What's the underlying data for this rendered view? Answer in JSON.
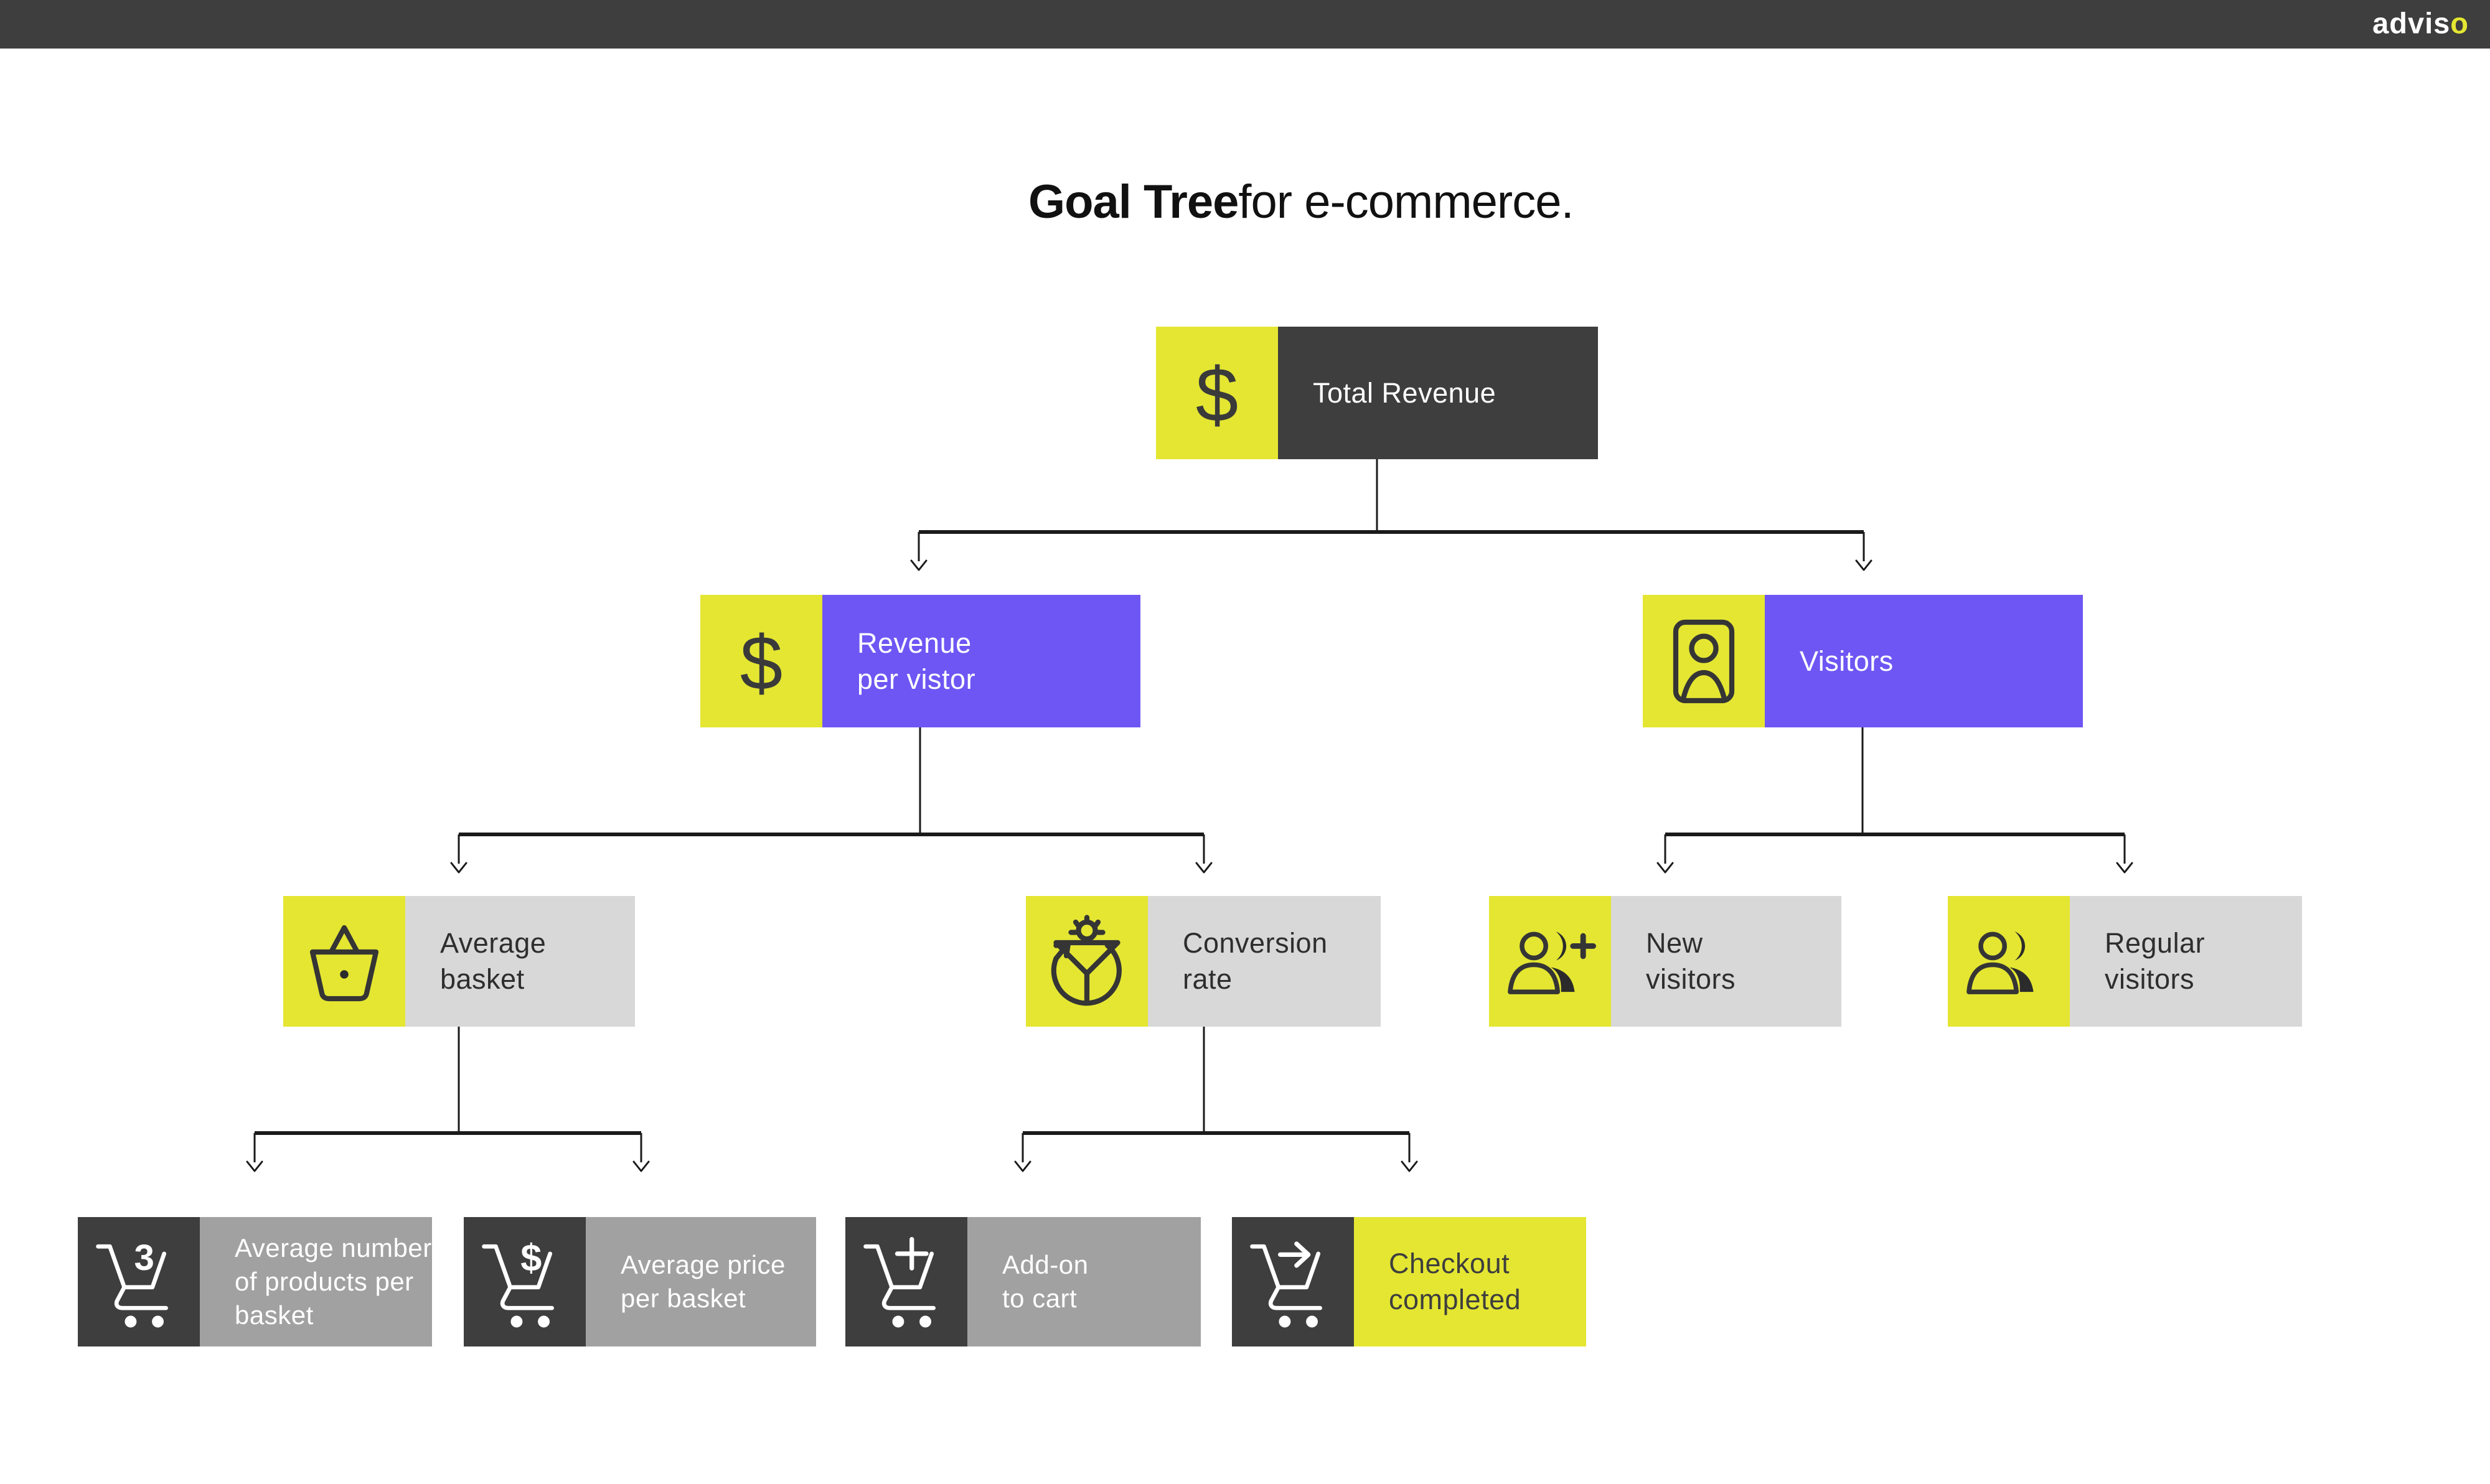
{
  "colors": {
    "yellow": "#e4e632",
    "purple": "#6e56f4",
    "dark": "#3e3e3e",
    "light_gray": "#d8d8d8",
    "mid_gray": "#a1a1a1",
    "line": "#1a1a1a",
    "background": "#ffffff"
  },
  "topbar": {
    "logo_prefix": "advis",
    "logo_accent": "o"
  },
  "title": {
    "bold": "Goal Tree",
    "regular": "for e-commerce."
  },
  "nodes": {
    "total_revenue": {
      "label": "Total Revenue",
      "icon": "dollar-icon"
    },
    "revenue_per_visitor": {
      "label": "Revenue\nper vistor",
      "icon": "dollar-icon"
    },
    "visitors": {
      "label": "Visitors",
      "icon": "person-card-icon"
    },
    "average_basket": {
      "label": "Average\nbasket",
      "icon": "basket-icon"
    },
    "conversion_rate": {
      "label": "Conversion\nrate",
      "icon": "funnel-icon"
    },
    "new_visitors": {
      "label": "New\nvisitors",
      "icon": "people-plus-icon"
    },
    "regular_visitors": {
      "label": "Regular\nvisitors",
      "icon": "people-icon"
    },
    "avg_products_per_basket": {
      "label": "Average number\nof products per\nbasket",
      "icon": "cart-3-icon"
    },
    "avg_price_per_basket": {
      "label": "Average price\nper basket",
      "icon": "cart-dollar-icon"
    },
    "addon_to_cart": {
      "label": "Add-on\nto cart",
      "icon": "cart-plus-icon"
    },
    "checkout_completed": {
      "label": "Checkout\ncompleted",
      "icon": "cart-arrow-icon"
    }
  },
  "glyphs": {
    "dollar": "$",
    "cart_count": "3",
    "cart_dollar": "$"
  }
}
